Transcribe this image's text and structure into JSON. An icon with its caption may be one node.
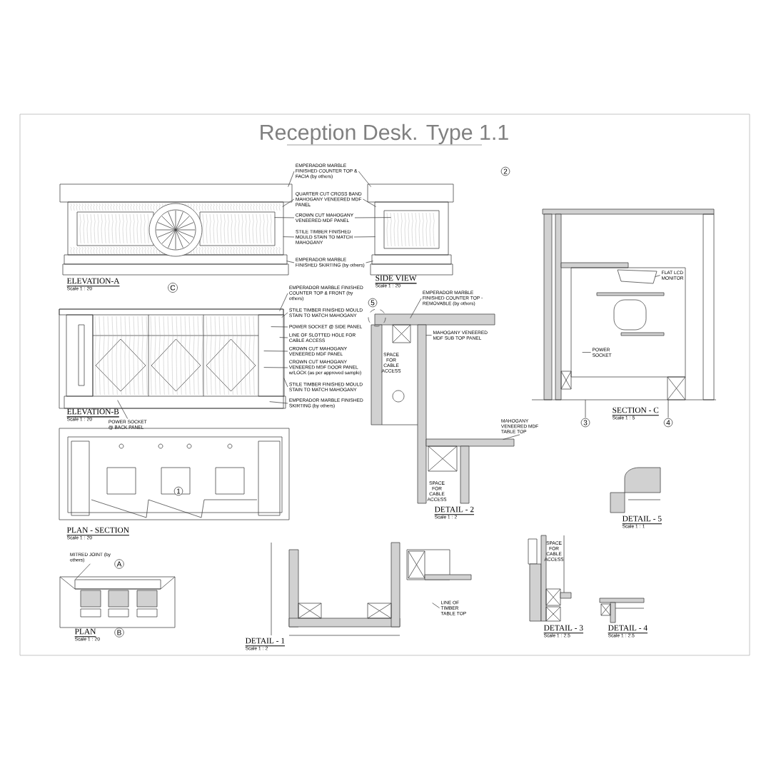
{
  "diagram": {
    "title": "Reception Desk. Type 1.1",
    "nodes": [
      {
        "text": [
          "EMPERADOR MARBLE FINISHED COUNTER TOP & FACIA (by others)"
        ]
      },
      {
        "text": [
          "QUARTER CUT CROSS BAND MAHOGANY VENEERED MDF PANEL"
        ]
      },
      {
        "text": [
          "CROWN CUT MAHOGANY VENEERED MDF PANEL"
        ]
      },
      {
        "text": [
          "STILE TIMBER FINISHED MOULD STAIN TO MATCH MAHOGANY"
        ]
      },
      {
        "text": [
          "EMPERADOR MARBLE FINISHED SKIRTING (by others)"
        ]
      },
      {
        "text": [
          "EMPERADOR MARBLE FINISHED COUNTER TOP & FRONT (by others)"
        ]
      },
      {
        "text": [
          "STILE TIMBER FINISHED MOULD STAIN TO MATCH MAHOGANY"
        ]
      },
      {
        "text": [
          "POWER SOCKET @ SIDE PANEL"
        ]
      },
      {
        "text": [
          "LINE OF SLOTTED HOLE FOR CABLE ACCESS"
        ]
      },
      {
        "text": [
          "CROWN CUT MAHOGANY VENEERED MDF PANEL"
        ]
      },
      {
        "text": [
          "CROWN CUT MAHOGANY VENEERED MDF DOOR PANEL w/LOCK (as per approved sample)"
        ]
      },
      {
        "text": [
          "STILE TIMBER FINISHED MOULD STAIN TO MATCH MAHOGANY"
        ]
      },
      {
        "text": [
          "EMPERADOR MARBLE FINISHED SKIRTING (by others)"
        ]
      },
      {
        "text": [
          "POWER SOCKET @ BACK PANEL"
        ]
      },
      {
        "text": [
          "EMPERADOR MARBLE FINISHED COUNTER TOP - REMOVABLE (by others)"
        ]
      },
      {
        "text": [
          "MAHOGANY VENEERED MDF SUB TOP PANEL"
        ],
        "in": 27
      },
      {
        "text": [
          "MITRED JOINT (by others)"
        ]
      },
      {
        "text": [
          "FLAT LCD MONITOR"
        ],
        "in": 28
      },
      {
        "text": [
          "POWER SOCKET"
        ],
        "in": 28
      },
      {
        "text": [
          "MAHOGANY VENEERED MDF TABLE TOP"
        ]
      },
      {
        "text": [
          "LINE OF TIMBER TABLE TOP"
        ],
        "in": 26
      },
      {
        "text": [],
        "shape": "picture",
        "beside": [
          "ELEVATION-A",
          "Scale 1 : 20"
        ]
      },
      {
        "text": [],
        "shape": "picture",
        "beside": [
          "SIDE VIEW",
          "Scale 1 : 20"
        ]
      },
      {
        "text": [],
        "shape": "picture",
        "beside": [
          "ELEVATION-B",
          "Scale 1 : 20"
        ]
      },
      {
        "text": [],
        "shape": "picture",
        "beside": [
          "PLAN - SECTION",
          "Scale 1 : 20"
        ]
      },
      {
        "text": [],
        "shape": "picture",
        "beside": [
          "PLAN",
          "Scale 1 : 20"
        ]
      },
      {
        "text": [],
        "shape": "picture",
        "beside": [
          "DETAIL - 1",
          "Scale 1 : 2"
        ]
      },
      {
        "text": [],
        "shape": "picture",
        "beside": [
          "DETAIL - 2",
          "Scale 1 : 2"
        ]
      },
      {
        "text": [],
        "shape": "picture",
        "beside": [
          "SECTION - C",
          "Scale 1 : 5"
        ]
      },
      {
        "text": [],
        "shape": "picture",
        "beside": [
          "DETAIL - 5",
          "Scale 1 : 1"
        ]
      },
      {
        "text": [],
        "shape": "picture",
        "beside": [
          "DETAIL - 3",
          "Scale 1 : 2.5"
        ]
      },
      {
        "text": [],
        "shape": "picture",
        "beside": [
          "DETAIL - 4",
          "Scale 1 : 2.5"
        ]
      }
    ],
    "edges": [
      {
        "from": 0,
        "to": 21,
        "arrow": "none"
      },
      {
        "from": 0,
        "to": 22,
        "arrow": "none"
      },
      {
        "from": 1,
        "to": 21,
        "arrow": "none"
      },
      {
        "from": 1,
        "to": 22,
        "arrow": "none"
      },
      {
        "from": 2,
        "to": 21,
        "arrow": "none"
      },
      {
        "from": 2,
        "to": 22,
        "arrow": "none"
      },
      {
        "from": 3,
        "to": 21,
        "arrow": "none"
      },
      {
        "from": 3,
        "to": 22,
        "arrow": "none"
      },
      {
        "from": 4,
        "to": 21,
        "arrow": "none"
      },
      {
        "from": 4,
        "to": 22,
        "arrow": "none"
      },
      {
        "from": 5,
        "to": 23,
        "arrow": "none"
      },
      {
        "from": 6,
        "to": 23,
        "arrow": "none"
      },
      {
        "from": 7,
        "to": 23,
        "arrow": "none"
      },
      {
        "from": 8,
        "to": 23,
        "arrow": "none"
      },
      {
        "from": 9,
        "to": 23,
        "arrow": "none"
      },
      {
        "from": 10,
        "to": 23,
        "arrow": "none"
      },
      {
        "from": 11,
        "to": 23,
        "arrow": "none"
      },
      {
        "from": 12,
        "to": 23,
        "arrow": "none"
      },
      {
        "from": 13,
        "to": 23,
        "arrow": "none"
      },
      {
        "from": 14,
        "to": 27,
        "arrow": "none"
      },
      {
        "from": 15,
        "to": 27,
        "arrow": "none"
      },
      {
        "from": 16,
        "to": 25,
        "arrow": "none"
      },
      {
        "from": 17,
        "to": 28,
        "arrow": "none"
      },
      {
        "from": 18,
        "to": 28,
        "arrow": "none"
      },
      {
        "from": 19,
        "to": 27,
        "arrow": "none"
      },
      {
        "from": 20,
        "to": 26,
        "arrow": "none"
      }
    ],
    "labels": [
      "SPACE FOR CABLE ACCESS",
      "SPACE FOR CABLE ACCESS",
      "SPACE FOR CABLE ACCESS",
      "1",
      "2",
      "3",
      "4",
      "5",
      "A",
      "B",
      "C"
    ]
  }
}
